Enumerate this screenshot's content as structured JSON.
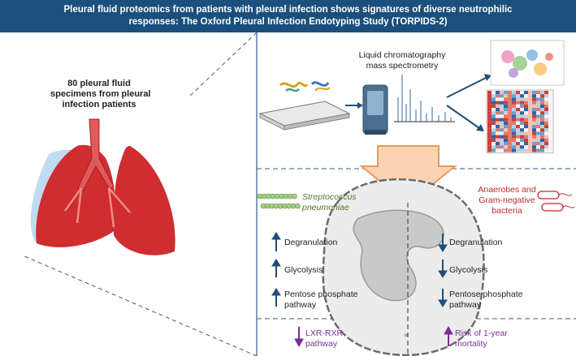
{
  "banner": {
    "line1": "Pleural fluid proteomics from patients with pleural infection shows signatures of diverse neutrophilic",
    "line2": "responses: The Oxford Pleural Infection Endotyping Study (TORPIDS-2)"
  },
  "left_panel": {
    "specimen_line1": "80 pleural fluid",
    "specimen_line2": "specimens from pleural",
    "specimen_line3": "infection patients"
  },
  "top_panel": {
    "lcms_line1": "Liquid chromatography",
    "lcms_line2": "mass spectrometry"
  },
  "middle_panel": {
    "strep_line1": "Streptococcus",
    "strep_line2": "pneumoniae",
    "anaerobes_line1": "Anaerobes and",
    "anaerobes_line2": "Gram-negative",
    "anaerobes_line3": "bacteria",
    "up_degranulation": "Degranulation",
    "up_glycolysis": "Glycolysis",
    "up_pentose_line1": "Pentose phosphate",
    "up_pentose_line2": "pathway",
    "down_degranulation": "Degranulation",
    "down_glycolysis": "Glycolysis",
    "down_pentose_line1": "Pentose phosphate",
    "down_pentose_line2": "pathway"
  },
  "bottom_panel": {
    "lxr_line1": "LXR-RXR",
    "lxr_line2": "pathway",
    "risk_line1": "Risk of 1-year",
    "risk_line2": "mortality"
  },
  "colors": {
    "banner": "#1b4f7c",
    "arrow_blue": "#1f4e79",
    "purple": "#7b2f8f",
    "red_text": "#c0282c",
    "green_text": "#4d7a2a",
    "lung_red": "#cf2d2f",
    "pleura_blue": "#b9d8ee",
    "big_arrow_fill": "#fbd3b4",
    "big_arrow_stroke": "#e99a5c",
    "dashed_line": "#2e5f8a"
  }
}
